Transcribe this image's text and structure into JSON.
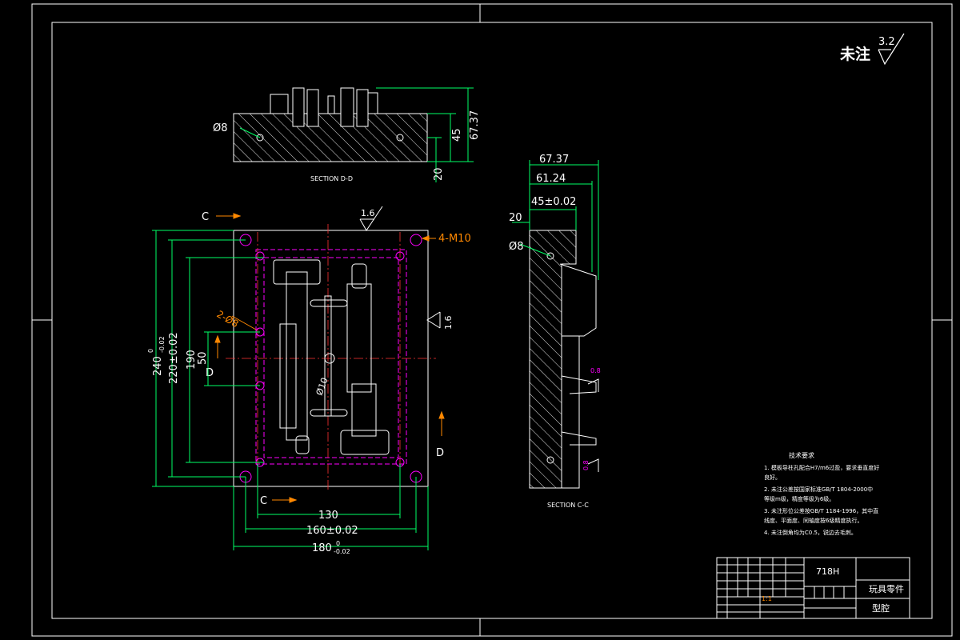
{
  "surface_note": {
    "label": "未注",
    "value": "3.2"
  },
  "section_dd": {
    "caption": "SECTION D-D",
    "hole_label": "Ø8",
    "dims": {
      "overall_height": "67.37",
      "mid_height": "45",
      "base_height": "20"
    }
  },
  "plan_view": {
    "roughness_top": "1.6",
    "roughness_side": "1.6",
    "thread_label": "4-M10",
    "pin_label": "2-Ø8",
    "center_hole_label": "Ø10",
    "cut_marks": {
      "c_top": "C",
      "c_bottom": "C",
      "d_left": "D",
      "d_right": "D"
    },
    "vertical_dims": {
      "overall": "240",
      "overall_tol_upper": "0",
      "overall_tol_lower": "-0.02",
      "second": "220±0.02",
      "third": "190",
      "fourth": "50"
    },
    "horizontal_dims": {
      "inner": "130",
      "middle": "160±0.02",
      "overall": "180",
      "overall_tol_upper": "0",
      "overall_tol_lower": "-0.02"
    }
  },
  "section_cc": {
    "caption": "SECTION C-C",
    "hole_label": "Ø8",
    "roughness_a": "0.8",
    "roughness_b": "0.8",
    "dims": {
      "d1": "67.37",
      "d2": "61.24",
      "d3": "45±0.02",
      "d4": "20"
    }
  },
  "tech_notes": {
    "title": "技术要求",
    "lines": [
      "1. 模板导柱孔配合H7/m6过盈，要求垂直度好",
      "   良好。",
      "2. 未注公差按国家标准GB/T 1804-2000中",
      "   等级m级，精度等级为6级。",
      "3. 未注形位公差按GB/T 1184-1996，其中直",
      "   线度、平面度、同轴度按6级精度执行。",
      "4. 未注倒角均为C0.5，锐边去毛刺。"
    ]
  },
  "title_block": {
    "material": "718H",
    "part_name": "玩具零件",
    "drawing_name": "型腔",
    "scale_mark": "1:1"
  }
}
